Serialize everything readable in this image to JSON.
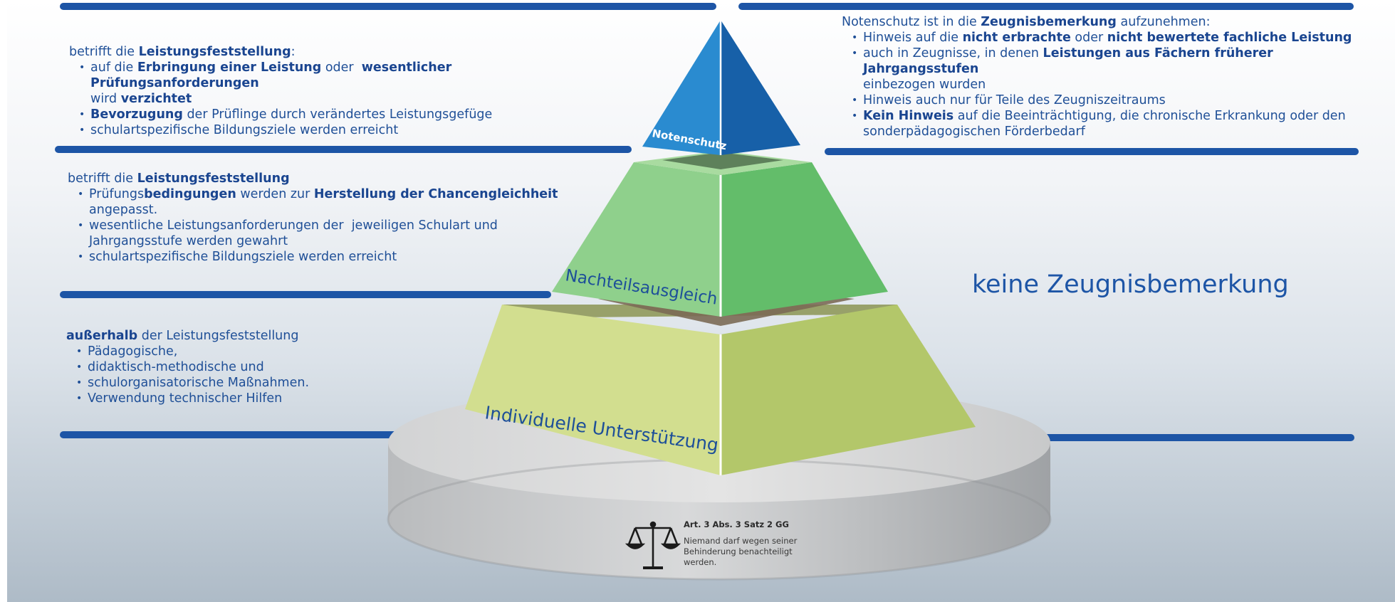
{
  "colors": {
    "accent": "#1d55a6",
    "text": "#1f4f97",
    "top_tier": "#1b78c4",
    "middle_tier": "#7fcc7d",
    "bottom_tier": "#c9d88a",
    "pedestal": "#c6c8ca"
  },
  "tiers": {
    "top": "Notenschutz",
    "middle": "Nachteilsausgleich",
    "bottom": "Individuelle Unterstützung"
  },
  "left_top": {
    "intro_prefix": "betrifft die ",
    "intro_bold": "Leistungsfeststellung",
    "intro_suffix": ":",
    "b1_prefix": "auf die ",
    "b1_bold1": "Erbringung einer Leistung",
    "b1_mid": " oder  ",
    "b1_bold2": "wesentlicher Prüfungsanforderungen",
    "b1_cont_prefix": "wird ",
    "b1_cont_bold": "verzichtet",
    "b2_bold": "Bevorzugung",
    "b2_rest": " der Prüflinge durch verändertes Leistungsgefüge",
    "b3": "schulartspezifische Bildungsziele werden erreicht"
  },
  "left_middle": {
    "intro_prefix": "betrifft die ",
    "intro_bold": "Leistungsfeststellung",
    "b1_prefix": "Prüfungs",
    "b1_bold1": "bedingungen",
    "b1_mid": " werden zur ",
    "b1_bold2": "Herstellung der Chancengleichheit",
    "b1_cont": "angepasst.",
    "b2_line1": "wesentliche Leistungsanforderungen der  jeweiligen Schulart und",
    "b2_line2": "Jahrgangsstufe werden gewahrt",
    "b3": "schulartspezifische Bildungsziele werden erreicht"
  },
  "left_bottom": {
    "intro_bold": "außerhalb",
    "intro_rest": " der Leistungsfeststellung",
    "b1": "Pädagogische,",
    "b2": "didaktisch-methodische und",
    "b3": "schulorganisatorische Maßnahmen.",
    "b4": "Verwendung technischer Hilfen"
  },
  "right_top": {
    "intro_prefix": "Notenschutz ist in die ",
    "intro_bold": "Zeugnisbemerkung",
    "intro_suffix": " aufzunehmen:",
    "b1_prefix": "Hinweis auf die ",
    "b1_bold1": "nicht erbrachte",
    "b1_mid": " oder ",
    "b1_bold2": "nicht bewertete fachliche Leistung",
    "b2_prefix": "auch in Zeugnisse, in denen ",
    "b2_bold": "Leistungen aus Fächern früherer Jahrgangsstufen",
    "b2_cont": "einbezogen wurden",
    "b3": "Hinweis auch nur für Teile des Zeugniszeitraums",
    "b4_bold": "Kein Hinweis",
    "b4_rest": " auf die Beeinträchtigung, die chronische Erkrankung oder den",
    "b4_cont": "sonderpädagogischen Förderbedarf"
  },
  "right_middle": {
    "text": "keine Zeugnisbemerkung"
  },
  "pedestal": {
    "icon": "scales-icon",
    "title": "Art. 3 Abs. 3 Satz 2 GG",
    "line1": "Niemand darf wegen seiner",
    "line2": "Behinderung benachteiligt",
    "line3": "werden."
  }
}
